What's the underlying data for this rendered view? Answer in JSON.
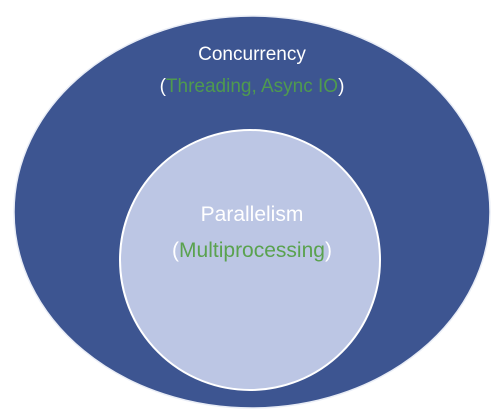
{
  "diagram": {
    "outer": {
      "title": "Concurrency",
      "open_paren": "(",
      "detail": "Threading, Async IO",
      "close_paren": ")"
    },
    "inner": {
      "title": "Parallelism",
      "open_paren": "(",
      "detail": "Multiprocessing",
      "close_paren": ")"
    },
    "colors": {
      "outer_fill": "#3d5591",
      "inner_fill": "#bcc6e4",
      "label_text": "#ffffff",
      "detail_text": "#4f9a4f"
    }
  }
}
